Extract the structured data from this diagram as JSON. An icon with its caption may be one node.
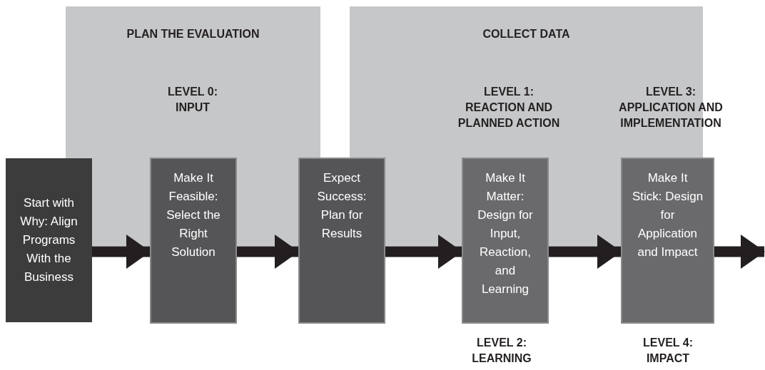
{
  "diagram": {
    "nodes": [
      {
        "text": [
          "PLAN THE EVALUATION"
        ]
      },
      {
        "text": [
          "COLLECT DATA"
        ]
      },
      {
        "text": [
          "Start with Why: Align Programs With the Business"
        ]
      },
      {
        "text": [
          "Make It Feasible: Select the Right Solution"
        ]
      },
      {
        "text": [
          "Expect Success: Plan for Results"
        ]
      },
      {
        "text": [
          "Make It Matter: Design for Input, Reaction, and Learning"
        ],
        "beside": [
          "LEVEL 2: LEARNING"
        ]
      },
      {
        "text": [
          "Make It Stick: Design for Application and Impact"
        ],
        "beside": [
          "LEVEL 4: IMPACT"
        ]
      }
    ],
    "labels": [
      "LEVEL 0: INPUT",
      "LEVEL 1: REACTION AND PLANNED ACTION",
      "LEVEL 3: APPLICATION AND IMPLEMENTATION"
    ],
    "edges": [
      {
        "from": 2,
        "to": 3,
        "arrow": "to"
      },
      {
        "from": 3,
        "to": 4,
        "arrow": "to"
      },
      {
        "from": 4,
        "to": 5,
        "arrow": "to"
      },
      {
        "from": 5,
        "to": 6,
        "arrow": "to"
      },
      {
        "from": 6,
        "to": null,
        "arrow": "to"
      }
    ]
  }
}
